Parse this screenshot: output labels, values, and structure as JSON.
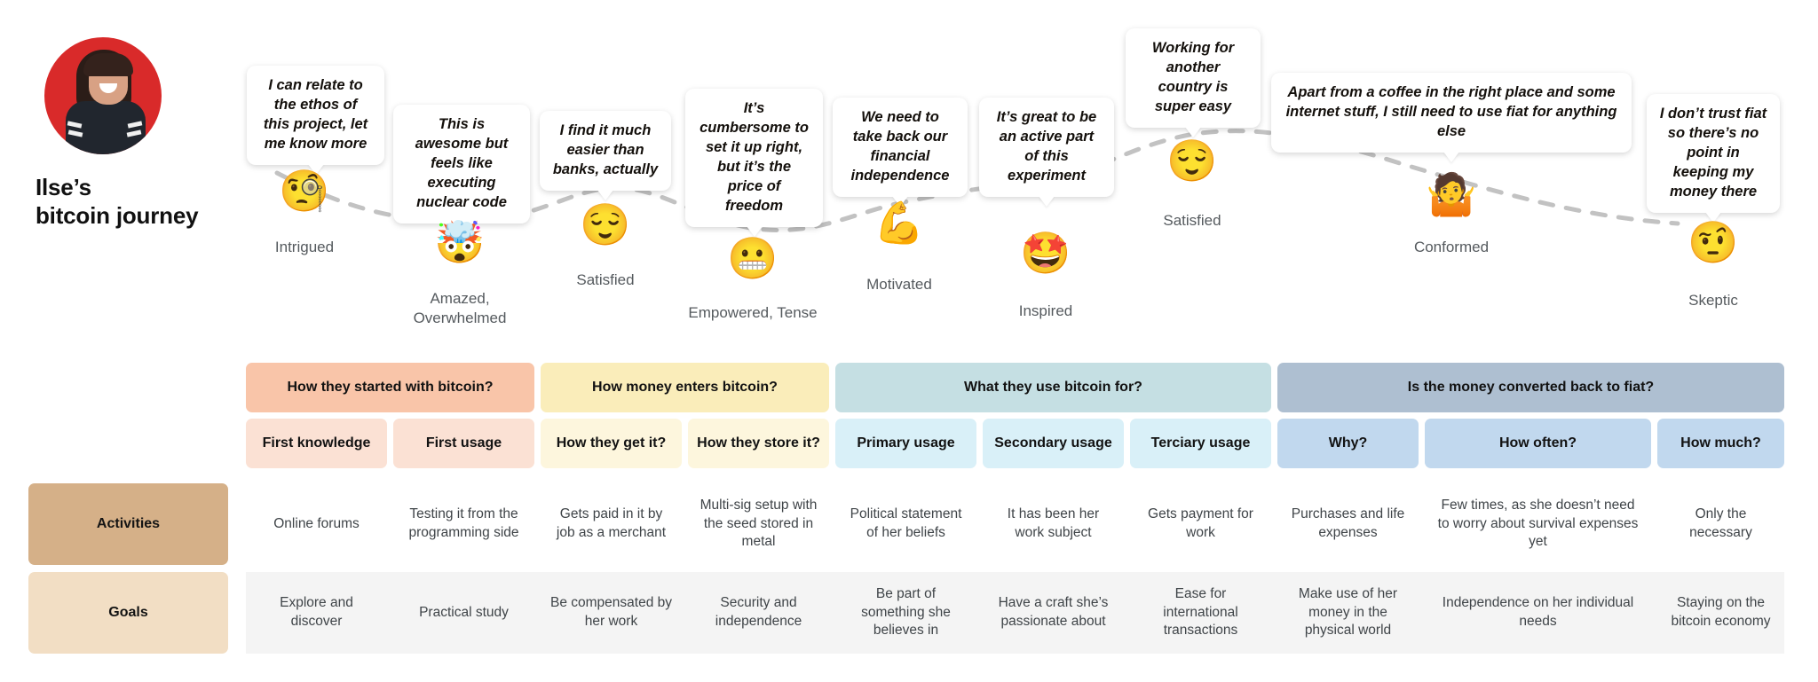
{
  "persona": {
    "name_line1": "Ilse’s",
    "name_line2": "bitcoin journey",
    "avatar_alt": "persona-photo"
  },
  "journey": {
    "stages": [
      {
        "quote": "I can relate to the ethos of this project, let me know more",
        "emoji": "🧐",
        "emoji_name": "face-with-monocle",
        "label": "Intrigued"
      },
      {
        "quote": "This is awesome but feels like executing nuclear code",
        "emoji": "🤯",
        "emoji_name": "exploding-head",
        "label": "Amazed,\nOverwhelmed"
      },
      {
        "quote": "I find it much easier than banks, actually",
        "emoji": "😌",
        "emoji_name": "relieved-face",
        "label": "Satisfied"
      },
      {
        "quote": "It’s cumbersome to set it up right, but it’s the price of freedom",
        "emoji": "😬",
        "emoji_name": "grimacing-face",
        "label": "Empowered, Tense"
      },
      {
        "quote": "We need to take back our financial independence",
        "emoji": "💪",
        "emoji_name": "flexed-biceps",
        "label": "Motivated"
      },
      {
        "quote": "It’s great to be an active part of this experiment",
        "emoji": "🤩",
        "emoji_name": "star-struck-face",
        "label": "Inspired"
      },
      {
        "quote": "Working for another country is super easy",
        "emoji": "😌",
        "emoji_name": "relieved-face",
        "label": "Satisfied"
      },
      {
        "quote": "Apart from a coffee in the right place and some internet stuff, I still need to use fiat for anything else",
        "emoji": "🤷",
        "emoji_name": "person-shrugging",
        "label": "Conformed"
      },
      {
        "quote": "I don’t trust fiat so there’s no point in keeping my money there",
        "emoji": "🤨",
        "emoji_name": "face-with-raised-eyebrow",
        "label": "Skeptic"
      }
    ]
  },
  "matrix": {
    "phases": [
      {
        "label": "How they started with bitcoin?",
        "color": "#F9C5A9",
        "sub_color": "#FBE1D4"
      },
      {
        "label": "How money enters bitcoin?",
        "color": "#FAEDBA",
        "sub_color": "#FDF6DD"
      },
      {
        "label": "What they use bitcoin for?",
        "color": "#C5DFE3",
        "sub_color": "#D9F0F8"
      },
      {
        "label": "Is the money converted back to fiat?",
        "color": "#AEBFD1",
        "sub_color": "#C1D8EE"
      }
    ],
    "columns": [
      "First knowledge",
      "First usage",
      "How they get it?",
      "How they store it?",
      "Primary usage",
      "Secondary usage",
      "Terciary usage",
      "Why?",
      "How often?",
      "How much?"
    ],
    "rows": [
      {
        "label": "Activities",
        "label_color": "#D5B088",
        "bg_color": "#FFFFFF",
        "cells": [
          "Online forums",
          "Testing it from the programming side",
          "Gets paid in it by job as a merchant",
          "Multi-sig setup with the seed stored in metal",
          "Political statement of her beliefs",
          "It has been her work subject",
          "Gets payment for work",
          "Purchases and life expenses",
          "Few times, as she doesn’t need to worry about survival expenses yet",
          "Only the necessary"
        ]
      },
      {
        "label": "Goals",
        "label_color": "#F2DEC4",
        "bg_color": "#F4F4F4",
        "cells": [
          "Explore and discover",
          "Practical study",
          "Be compensated by her work",
          "Security and independence",
          "Be part of something she believes in",
          "Have a craft she’s passionate about",
          "Ease for international transactions",
          "Make use of her money in the physical world",
          "Independence on her individual needs",
          "Staying on the bitcoin economy"
        ]
      }
    ]
  }
}
